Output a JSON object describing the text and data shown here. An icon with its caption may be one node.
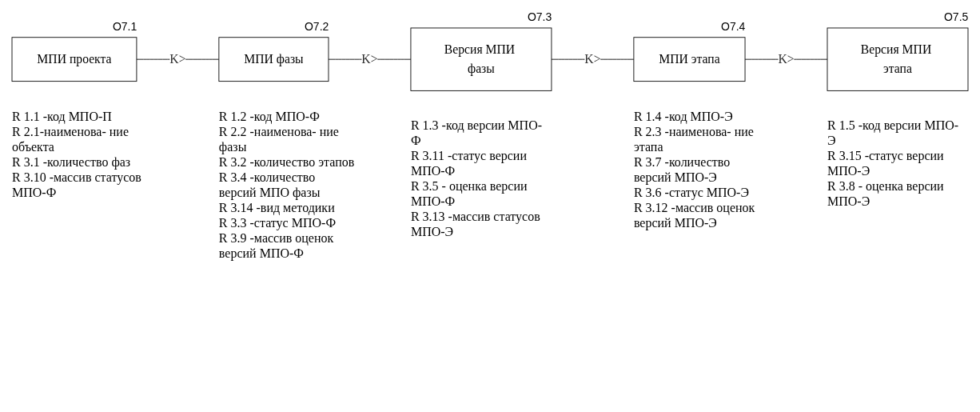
{
  "diagram": {
    "nodes": [
      {
        "text": [
          "МПИ проекта"
        ],
        "beside": [
          "O7.1",
          "R 1.1 -код МПО-П",
          "R 2.1-наименова- ние объекта",
          "R 3.1 -количество фаз",
          "R 3.10 -массив статусов МПО-Ф"
        ]
      },
      {
        "text": [
          "МПИ фазы"
        ],
        "beside": [
          "O7.2",
          "R 1.2 -код МПО-Ф",
          "R 2.2 -наименова- ние фазы",
          "R 3.2 -количество этапов",
          "R 3.4 -количество версий МПО фазы",
          "R 3.14 -вид методики",
          "R 3.3 -статус МПО-Ф",
          "R 3.9 -массив оценок версий МПО-Ф"
        ]
      },
      {
        "text": [
          "Версия МПИ фазы"
        ],
        "beside": [
          "O7.3",
          "R 1.3 -код версии МПО-Ф",
          "R 3.11 -статус версии МПО-Ф",
          "R 3.5 - оценка версии МПО-Ф",
          "R 3.13 -массив статусов МПО-Э"
        ]
      },
      {
        "text": [
          "МПИ этапа"
        ],
        "beside": [
          "O7.4",
          "R 1.4 -код МПО-Э",
          "R 2.3 -наименова- ние этапа",
          "R 3.7 -количество версий  МПО-Э",
          "R 3.6 -статус МПО-Э",
          "R 3.12 -массив оценок версий МПО-Э"
        ]
      },
      {
        "text": [
          "Версия МПИ этапа"
        ],
        "beside": [
          "O7.5",
          "R 1.5 -код версии МПО-Э",
          "R 3.15 -статус версии МПО-Э",
          "R 3.8 - оценка версии МПО-Э"
        ]
      }
    ],
    "edges": [
      {
        "from": 0,
        "to": 1,
        "arrow": "none",
        "label": "K>"
      },
      {
        "from": 1,
        "to": 2,
        "arrow": "none",
        "label": "K>"
      },
      {
        "from": 2,
        "to": 3,
        "arrow": "none",
        "label": "K>"
      },
      {
        "from": 3,
        "to": 4,
        "arrow": "none",
        "label": "K>"
      }
    ]
  }
}
